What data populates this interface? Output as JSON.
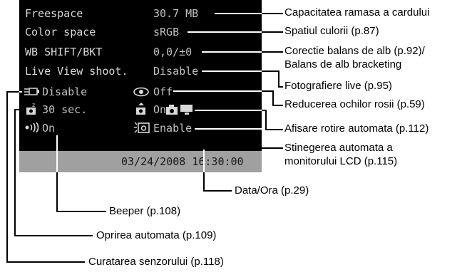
{
  "screen": {
    "menu": [
      {
        "label": "Freespace",
        "value": "30.7 MB"
      },
      {
        "label": "Color space",
        "value": "sRGB"
      },
      {
        "label": "WB SHIFT/BKT",
        "value": "0,0/±0"
      },
      {
        "label": "Live View shoot.",
        "value": "Disable"
      }
    ],
    "sensor_clean_value": "Disable",
    "red_eye_value": "Off",
    "auto_power_value": "30 sec.",
    "auto_rotate_value": "On",
    "beep_value": "On",
    "lcd_off_value": "Enable",
    "datetime": "03/24/2008 16:30:00"
  },
  "callouts": {
    "freespace": "Capacitatea ramasa a cardului",
    "color_space": "Spatiul culorii (p.87)",
    "wb_line1": "Corectie balans de alb (p.92)/",
    "wb_line2": "Balans de alb bracketing",
    "live_view": "Fotografiere live (p.95)",
    "red_eye": "Reducerea ochilor rosii (p.59)",
    "auto_rotate": "Afisare rotire automata (p.112)",
    "lcd_off_line1": "Stinegerea automata a",
    "lcd_off_line2": "monitorului LCD (p.115)",
    "date_time": "Data/Ora (p.29)",
    "beeper": "Beeper (p.108)",
    "auto_power_off": "Oprirea automata (p.109)",
    "sensor_clean": "Curatarea senzorului (p.118)"
  },
  "colors": {
    "screen_bg": "#000000",
    "status_bar_bg": "#a0a0a0",
    "screen_text": "#d8d8d8"
  }
}
